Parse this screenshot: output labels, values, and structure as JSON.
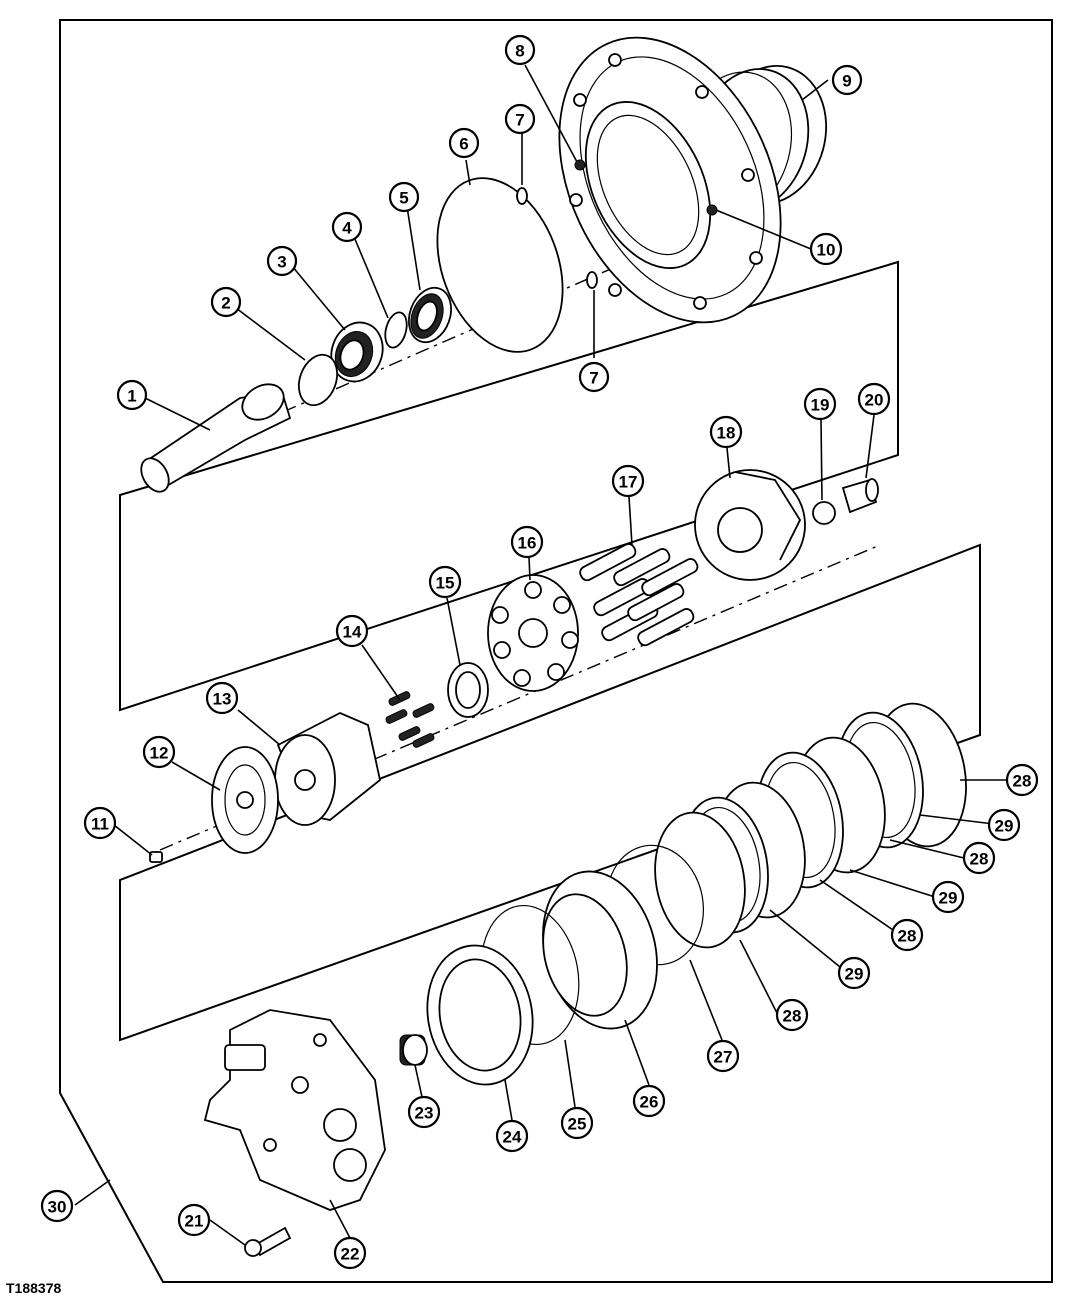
{
  "figure_id": "T188378",
  "callouts": [
    {
      "id": "c1",
      "label": "1"
    },
    {
      "id": "c2",
      "label": "2"
    },
    {
      "id": "c3",
      "label": "3"
    },
    {
      "id": "c4",
      "label": "4"
    },
    {
      "id": "c5",
      "label": "5"
    },
    {
      "id": "c6",
      "label": "6"
    },
    {
      "id": "c7a",
      "label": "7"
    },
    {
      "id": "c7b",
      "label": "7"
    },
    {
      "id": "c8",
      "label": "8"
    },
    {
      "id": "c9",
      "label": "9"
    },
    {
      "id": "c10",
      "label": "10"
    },
    {
      "id": "c11",
      "label": "11"
    },
    {
      "id": "c12",
      "label": "12"
    },
    {
      "id": "c13",
      "label": "13"
    },
    {
      "id": "c14",
      "label": "14"
    },
    {
      "id": "c15",
      "label": "15"
    },
    {
      "id": "c16",
      "label": "16"
    },
    {
      "id": "c17",
      "label": "17"
    },
    {
      "id": "c18",
      "label": "18"
    },
    {
      "id": "c19",
      "label": "19"
    },
    {
      "id": "c20",
      "label": "20"
    },
    {
      "id": "c21",
      "label": "21"
    },
    {
      "id": "c22",
      "label": "22"
    },
    {
      "id": "c23",
      "label": "23"
    },
    {
      "id": "c24",
      "label": "24"
    },
    {
      "id": "c25",
      "label": "25"
    },
    {
      "id": "c26",
      "label": "26"
    },
    {
      "id": "c27",
      "label": "27"
    },
    {
      "id": "c28a",
      "label": "28"
    },
    {
      "id": "c28b",
      "label": "28"
    },
    {
      "id": "c28c",
      "label": "28"
    },
    {
      "id": "c28d",
      "label": "28"
    },
    {
      "id": "c29a",
      "label": "29"
    },
    {
      "id": "c29b",
      "label": "29"
    },
    {
      "id": "c29c",
      "label": "29"
    },
    {
      "id": "c30",
      "label": "30"
    }
  ]
}
